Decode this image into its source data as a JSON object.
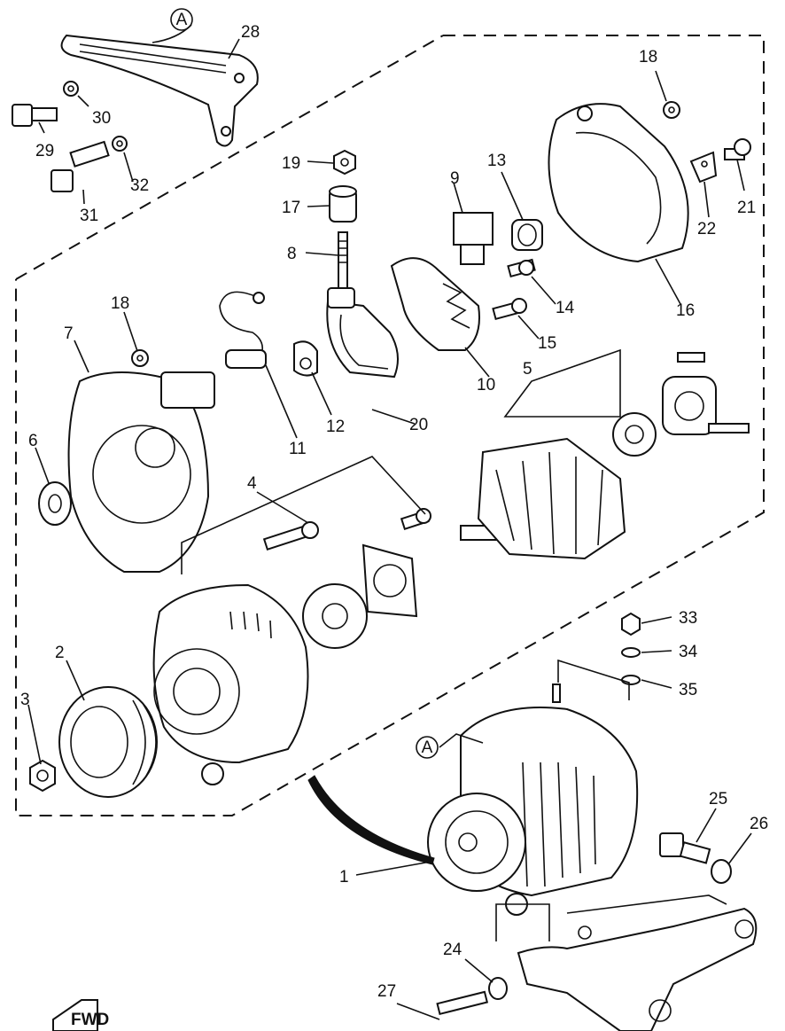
{
  "diagram": {
    "callouts": [
      "1",
      "2",
      "3",
      "4",
      "5",
      "6",
      "7",
      "8",
      "9",
      "10",
      "11",
      "12",
      "13",
      "14",
      "15",
      "16",
      "17",
      "18",
      "18",
      "19",
      "20",
      "21",
      "22",
      "24",
      "25",
      "26",
      "27",
      "28",
      "29",
      "30",
      "31",
      "32",
      "33",
      "34",
      "35"
    ],
    "ref_mark": "A",
    "fwd_mark": "FWD"
  }
}
